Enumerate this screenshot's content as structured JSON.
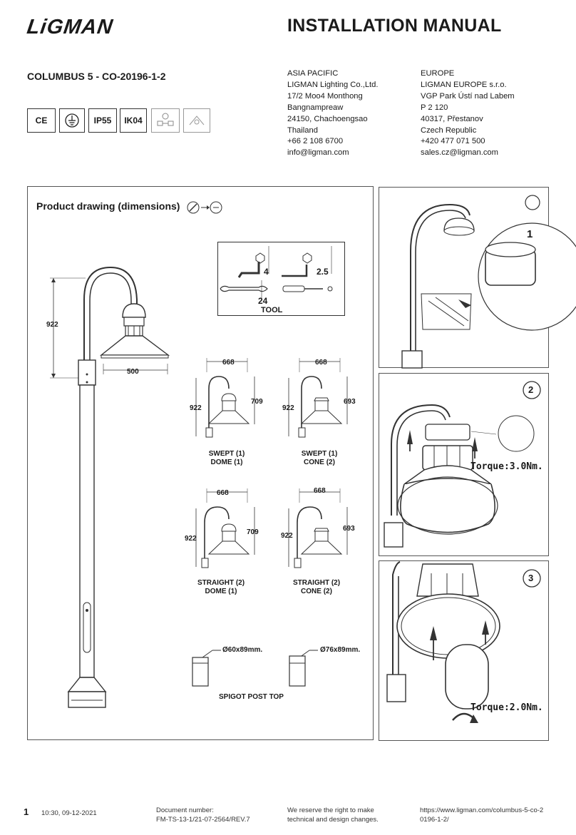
{
  "header": {
    "brand": "LiGMAN",
    "doc_title": "INSTALLATION MANUAL",
    "product": "COLUMBUS 5 - CO-20196-1-2"
  },
  "certifications": [
    {
      "label": "CE",
      "icon": "ce-mark-icon"
    },
    {
      "label": "",
      "icon": "earth-ground-icon"
    },
    {
      "label": "IP55",
      "icon": ""
    },
    {
      "label": "IK04",
      "icon": ""
    },
    {
      "label": "",
      "icon": "mounting-info-icon"
    },
    {
      "label": "",
      "icon": "lamp-info-icon"
    }
  ],
  "offices": {
    "asia": [
      "ASIA PACIFIC",
      "LIGMAN Lighting Co.,Ltd.",
      "17/2 Moo4 Monthong",
      "Bangnampreaw",
      "24150, Chachoengsao",
      "Thailand",
      "+66 2 108 6700",
      "info@ligman.com"
    ],
    "europe": [
      "EUROPE",
      "LIGMAN EUROPE s.r.o.",
      "VGP Park Ústí nad Labem",
      "P 2 120",
      "40317, Přestanov",
      "Czech Republic",
      "+420 477 071 500",
      "sales.cz@ligman.com"
    ]
  },
  "drawing": {
    "title": "Product drawing (dimensions)",
    "main_height": "922",
    "main_width": "500",
    "tools": {
      "hex1": "4",
      "hex2": "2.5",
      "wrench": "24",
      "label": "TOOL"
    },
    "variants": [
      {
        "width": "668",
        "height": "922",
        "head": "709",
        "name1": "SWEPT (1)",
        "name2": "DOME (1)"
      },
      {
        "width": "668",
        "height": "922",
        "head": "693",
        "name1": "SWEPT (1)",
        "name2": "CONE (2)"
      },
      {
        "width": "668",
        "height": "922",
        "head": "709",
        "name1": "STRAIGHT (2)",
        "name2": "DOME (1)"
      },
      {
        "width": "668",
        "height": "922",
        "head": "693",
        "name1": "STRAIGHT (2)",
        "name2": "CONE (2)"
      }
    ],
    "spigots": [
      "Ø60x89mm.",
      "Ø76x89mm."
    ],
    "spigot_label": "SPIGOT POST TOP"
  },
  "steps": [
    {
      "number": "1",
      "torque": ""
    },
    {
      "number": "2",
      "torque": "Torque:3.0Nm."
    },
    {
      "number": "3",
      "torque": "Torque:2.0Nm."
    }
  ],
  "footer": {
    "page": "1",
    "timestamp": "10:30, 09-12-2021",
    "doc_number_label": "Document number:",
    "doc_number": "FM-TS-13-1/21-07-2564/REV.7",
    "reserve_1": "We reserve the right to make",
    "reserve_2": "technical and design changes.",
    "url_1": "https://www.ligman.com/columbus-5-co-2",
    "url_2": "0196-1-2/"
  }
}
